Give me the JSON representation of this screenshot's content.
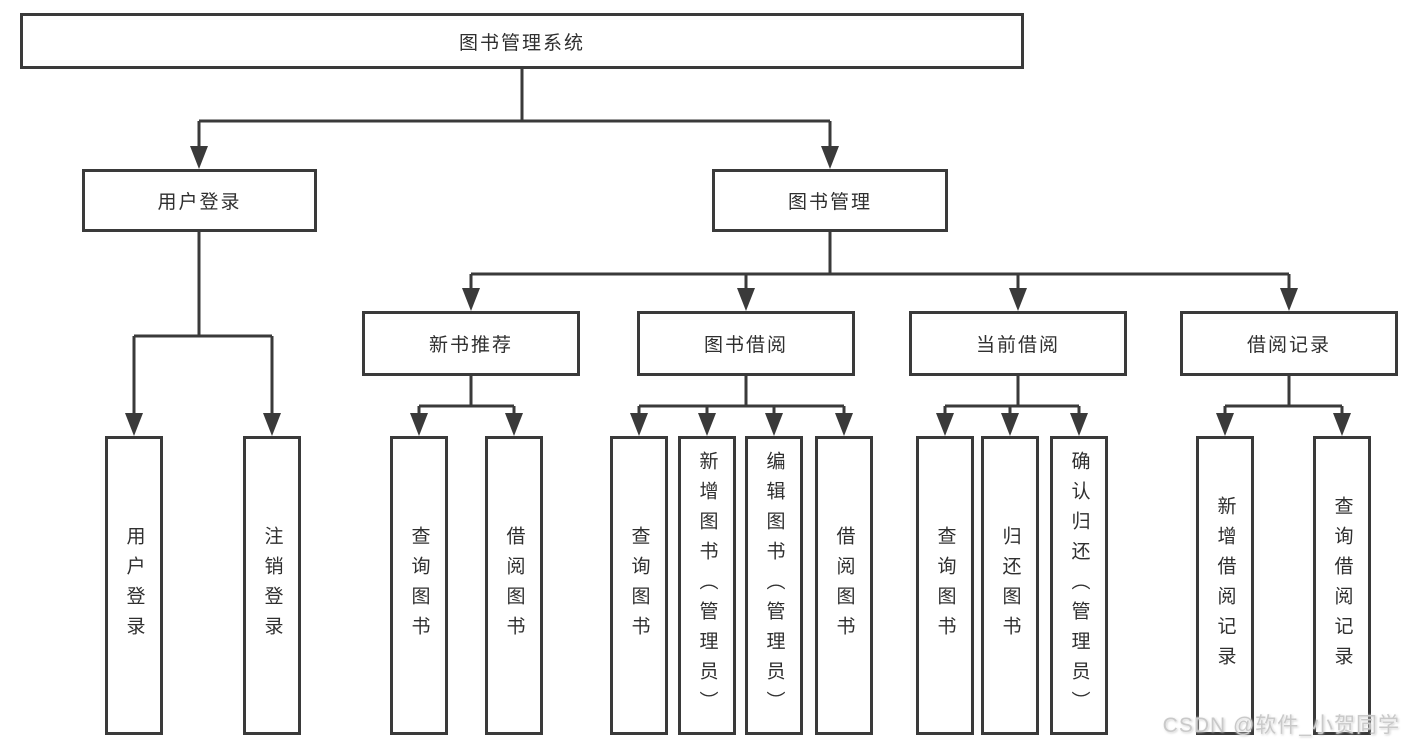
{
  "tree": {
    "label": "图书管理系统",
    "children": [
      {
        "label": "用户登录",
        "children": [
          {
            "label": "用户登录"
          },
          {
            "label": "注销登录"
          }
        ]
      },
      {
        "label": "图书管理",
        "children": [
          {
            "label": "新书推荐",
            "children": [
              {
                "label": "查询图书"
              },
              {
                "label": "借阅图书"
              }
            ]
          },
          {
            "label": "图书借阅",
            "children": [
              {
                "label": "查询图书"
              },
              {
                "label": "新增图书（管理员）"
              },
              {
                "label": "编辑图书（管理员）"
              },
              {
                "label": "借阅图书"
              }
            ]
          },
          {
            "label": "当前借阅",
            "children": [
              {
                "label": "查询图书"
              },
              {
                "label": "归还图书"
              },
              {
                "label": "确认归还（管理员）"
              }
            ]
          },
          {
            "label": "借阅记录",
            "children": [
              {
                "label": "新增借阅记录"
              },
              {
                "label": "查询借阅记录"
              }
            ]
          }
        ]
      }
    ]
  },
  "watermark": {
    "text": "CSDN @软件_小贺同学"
  },
  "colors": {
    "line": "#3a3a3a",
    "box_border": "#3a3a3a",
    "box_fill": "#ffffff",
    "text": "#2f2f2f",
    "watermark": "#c9c9c9"
  }
}
